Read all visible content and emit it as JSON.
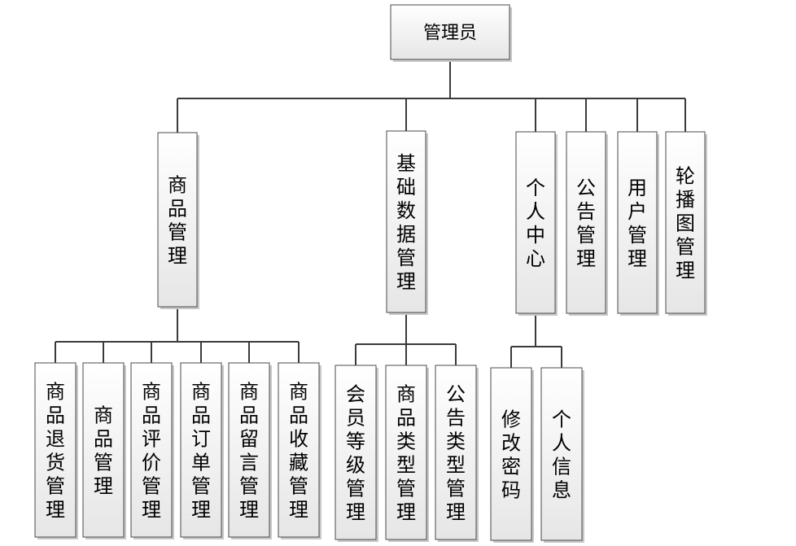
{
  "root": {
    "label": "管理员"
  },
  "modules": [
    {
      "label": "商品管理",
      "children": [
        "商品退货管理",
        "商品管理",
        "商品评价管理",
        "商品订单管理",
        "商品留言管理",
        "商品收藏管理"
      ]
    },
    {
      "label": "基础数据管理",
      "children": [
        "会员等级管理",
        "商品类型管理",
        "公告类型管理"
      ]
    },
    {
      "label": "个人中心",
      "children": [
        "修改密码",
        "个人信息"
      ]
    },
    {
      "label": "公告管理",
      "children": []
    },
    {
      "label": "用户管理",
      "children": []
    },
    {
      "label": "轮播图管理",
      "children": []
    }
  ],
  "colors": {
    "box_fill_top": "#ffffff",
    "box_fill_bottom": "#e6e6e6",
    "border": "#4a4a4a",
    "connector": "#3a3a3a"
  }
}
